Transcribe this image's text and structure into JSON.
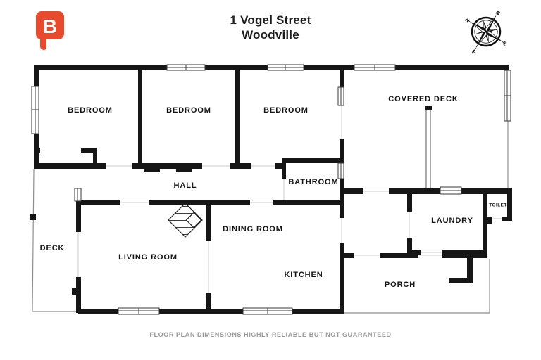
{
  "header": {
    "logo": {
      "letter": "B",
      "color": "#e84a2e"
    },
    "title_line1": "1 Vogel Street",
    "title_line2": "Woodville"
  },
  "compass": {
    "north": "N",
    "east": "E",
    "south": "S",
    "west": "W"
  },
  "floor_plan": {
    "wall_color": "#161616",
    "rooms": {
      "bedroom_1": "BEDROOM",
      "bedroom_2": "BEDROOM",
      "bedroom_3": "BEDROOM",
      "covered_deck": "COVERED DECK",
      "hall": "HALL",
      "bathroom": "BATHROOM",
      "toilet": "TOILET",
      "laundry": "LAUNDRY",
      "deck": "DECK",
      "living_room": "LIVING ROOM",
      "dining_room": "DINING ROOM",
      "kitchen": "KITCHEN",
      "porch": "PORCH"
    }
  },
  "footer": {
    "disclaimer": "FLOOR PLAN DIMENSIONS HIGHLY RELIABLE BUT NOT GUARANTEED"
  }
}
